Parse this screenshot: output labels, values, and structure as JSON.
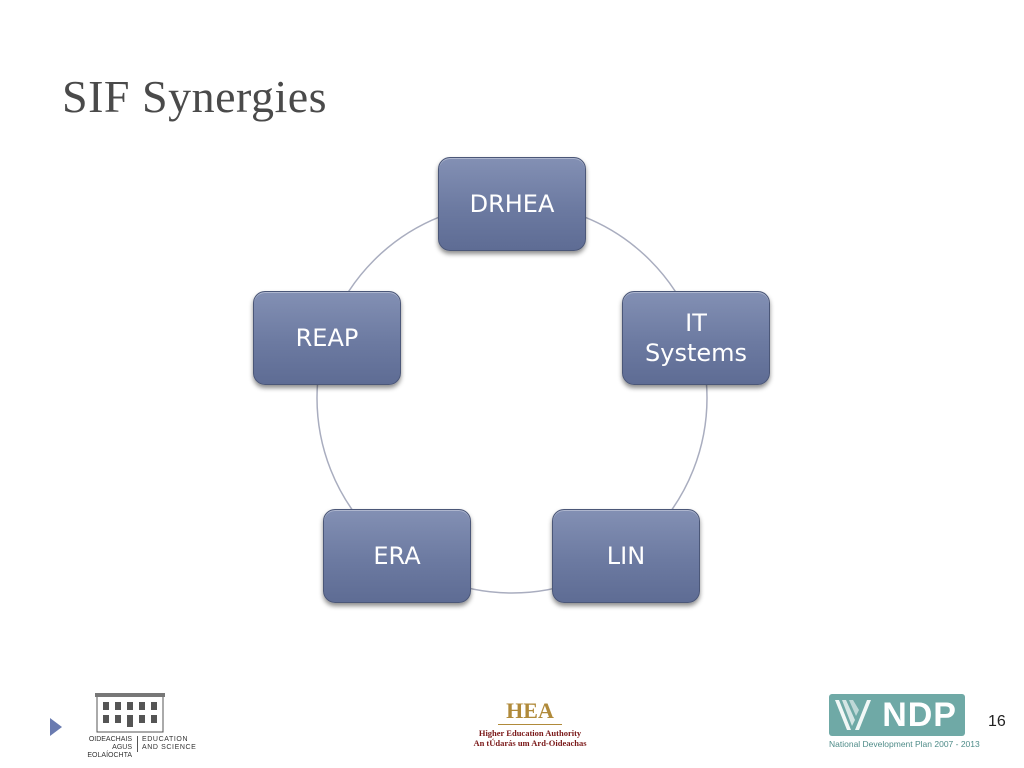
{
  "slide": {
    "title": "SIF Synergies",
    "page_number": "16"
  },
  "diagram": {
    "type": "cycle",
    "ring_color": "#a9adbf",
    "node_color": "#7180a6",
    "nodes": [
      {
        "id": "drhea",
        "label": "DRHEA"
      },
      {
        "id": "it",
        "label": "IT\nSystems"
      },
      {
        "id": "lin",
        "label": "LIN"
      },
      {
        "id": "era",
        "label": "ERA"
      },
      {
        "id": "reap",
        "label": "REAP"
      }
    ]
  },
  "footer": {
    "dept_logo": {
      "irish": "OIDEACHAIS\nAGUS EOLAÍOCHTA",
      "english": "EDUCATION\nAND SCIENCE"
    },
    "hea_logo": {
      "name": "HEA",
      "line1": "Higher Education Authority",
      "line2": "An tÚdarás um Ard-Oideachas"
    },
    "ndp_logo": {
      "name": "NDP",
      "subtitle": "National Development Plan 2007 - 2013",
      "color": "#6fa9a6"
    }
  }
}
